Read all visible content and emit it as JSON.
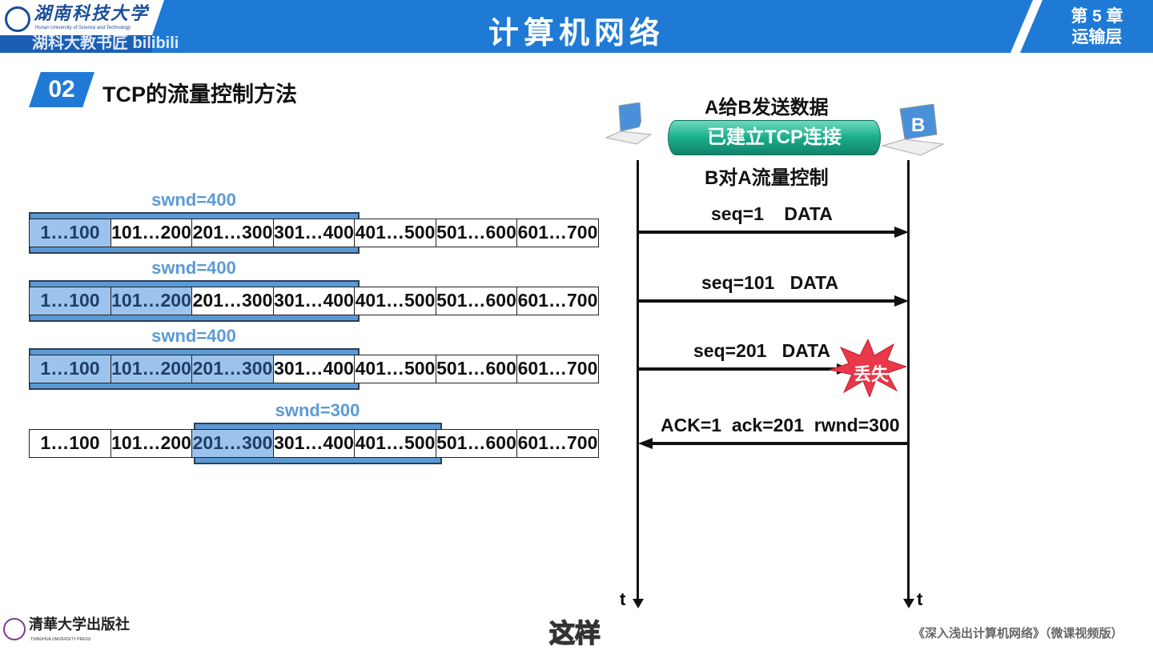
{
  "header": {
    "university": "湖南科技大学",
    "university_en": "Hunan University of Science and Technology",
    "watermark": "湖科大教书匠 bilibili",
    "course_title": "计算机网络",
    "chapter_line1": "第 5 章",
    "chapter_line2": "运输层"
  },
  "section": {
    "number": "02",
    "title": "TCP的流量控制方法"
  },
  "segments": [
    "1…100",
    "101…200",
    "201…300",
    "301…400",
    "401…500",
    "501…600",
    "601…700"
  ],
  "window_rows": [
    {
      "swnd": "swnd=400",
      "window_start": 0,
      "window_size": 4,
      "sent": [
        0
      ]
    },
    {
      "swnd": "swnd=400",
      "window_start": 0,
      "window_size": 4,
      "sent": [
        0,
        1
      ]
    },
    {
      "swnd": "swnd=400",
      "window_start": 0,
      "window_size": 4,
      "sent": [
        0,
        1,
        2
      ]
    },
    {
      "swnd": "swnd=300",
      "window_start": 2,
      "window_size": 3,
      "sent": [
        2
      ]
    }
  ],
  "diagram": {
    "host_a": "A",
    "host_b": "B",
    "top_label": "A给B发送数据",
    "pipe_label": "已建立TCP连接",
    "bottom_label": "B对A流量控制",
    "time_label": "t",
    "messages": [
      {
        "text": "seq=1    DATA",
        "dir": "right",
        "lost": false
      },
      {
        "text": "seq=101   DATA",
        "dir": "right",
        "lost": false
      },
      {
        "text": "seq=201   DATA",
        "dir": "right",
        "lost": true
      },
      {
        "text": "ACK=1  ack=201  rwnd=300",
        "dir": "left",
        "lost": false
      }
    ],
    "lost_label": "丢失"
  },
  "footer": {
    "publisher": "清華大学出版社",
    "publisher_en": "TSINGHUA UNIVERSITY PRESS",
    "subtitle": "这样",
    "book": "《深入浅出计算机网络》（微课视频版）"
  },
  "colors": {
    "brand": "#1f7ad6",
    "window": "#5b9bd5",
    "sent": "#9cc3ec",
    "pipe": "#1aae8c",
    "lost": "#e8384a"
  }
}
